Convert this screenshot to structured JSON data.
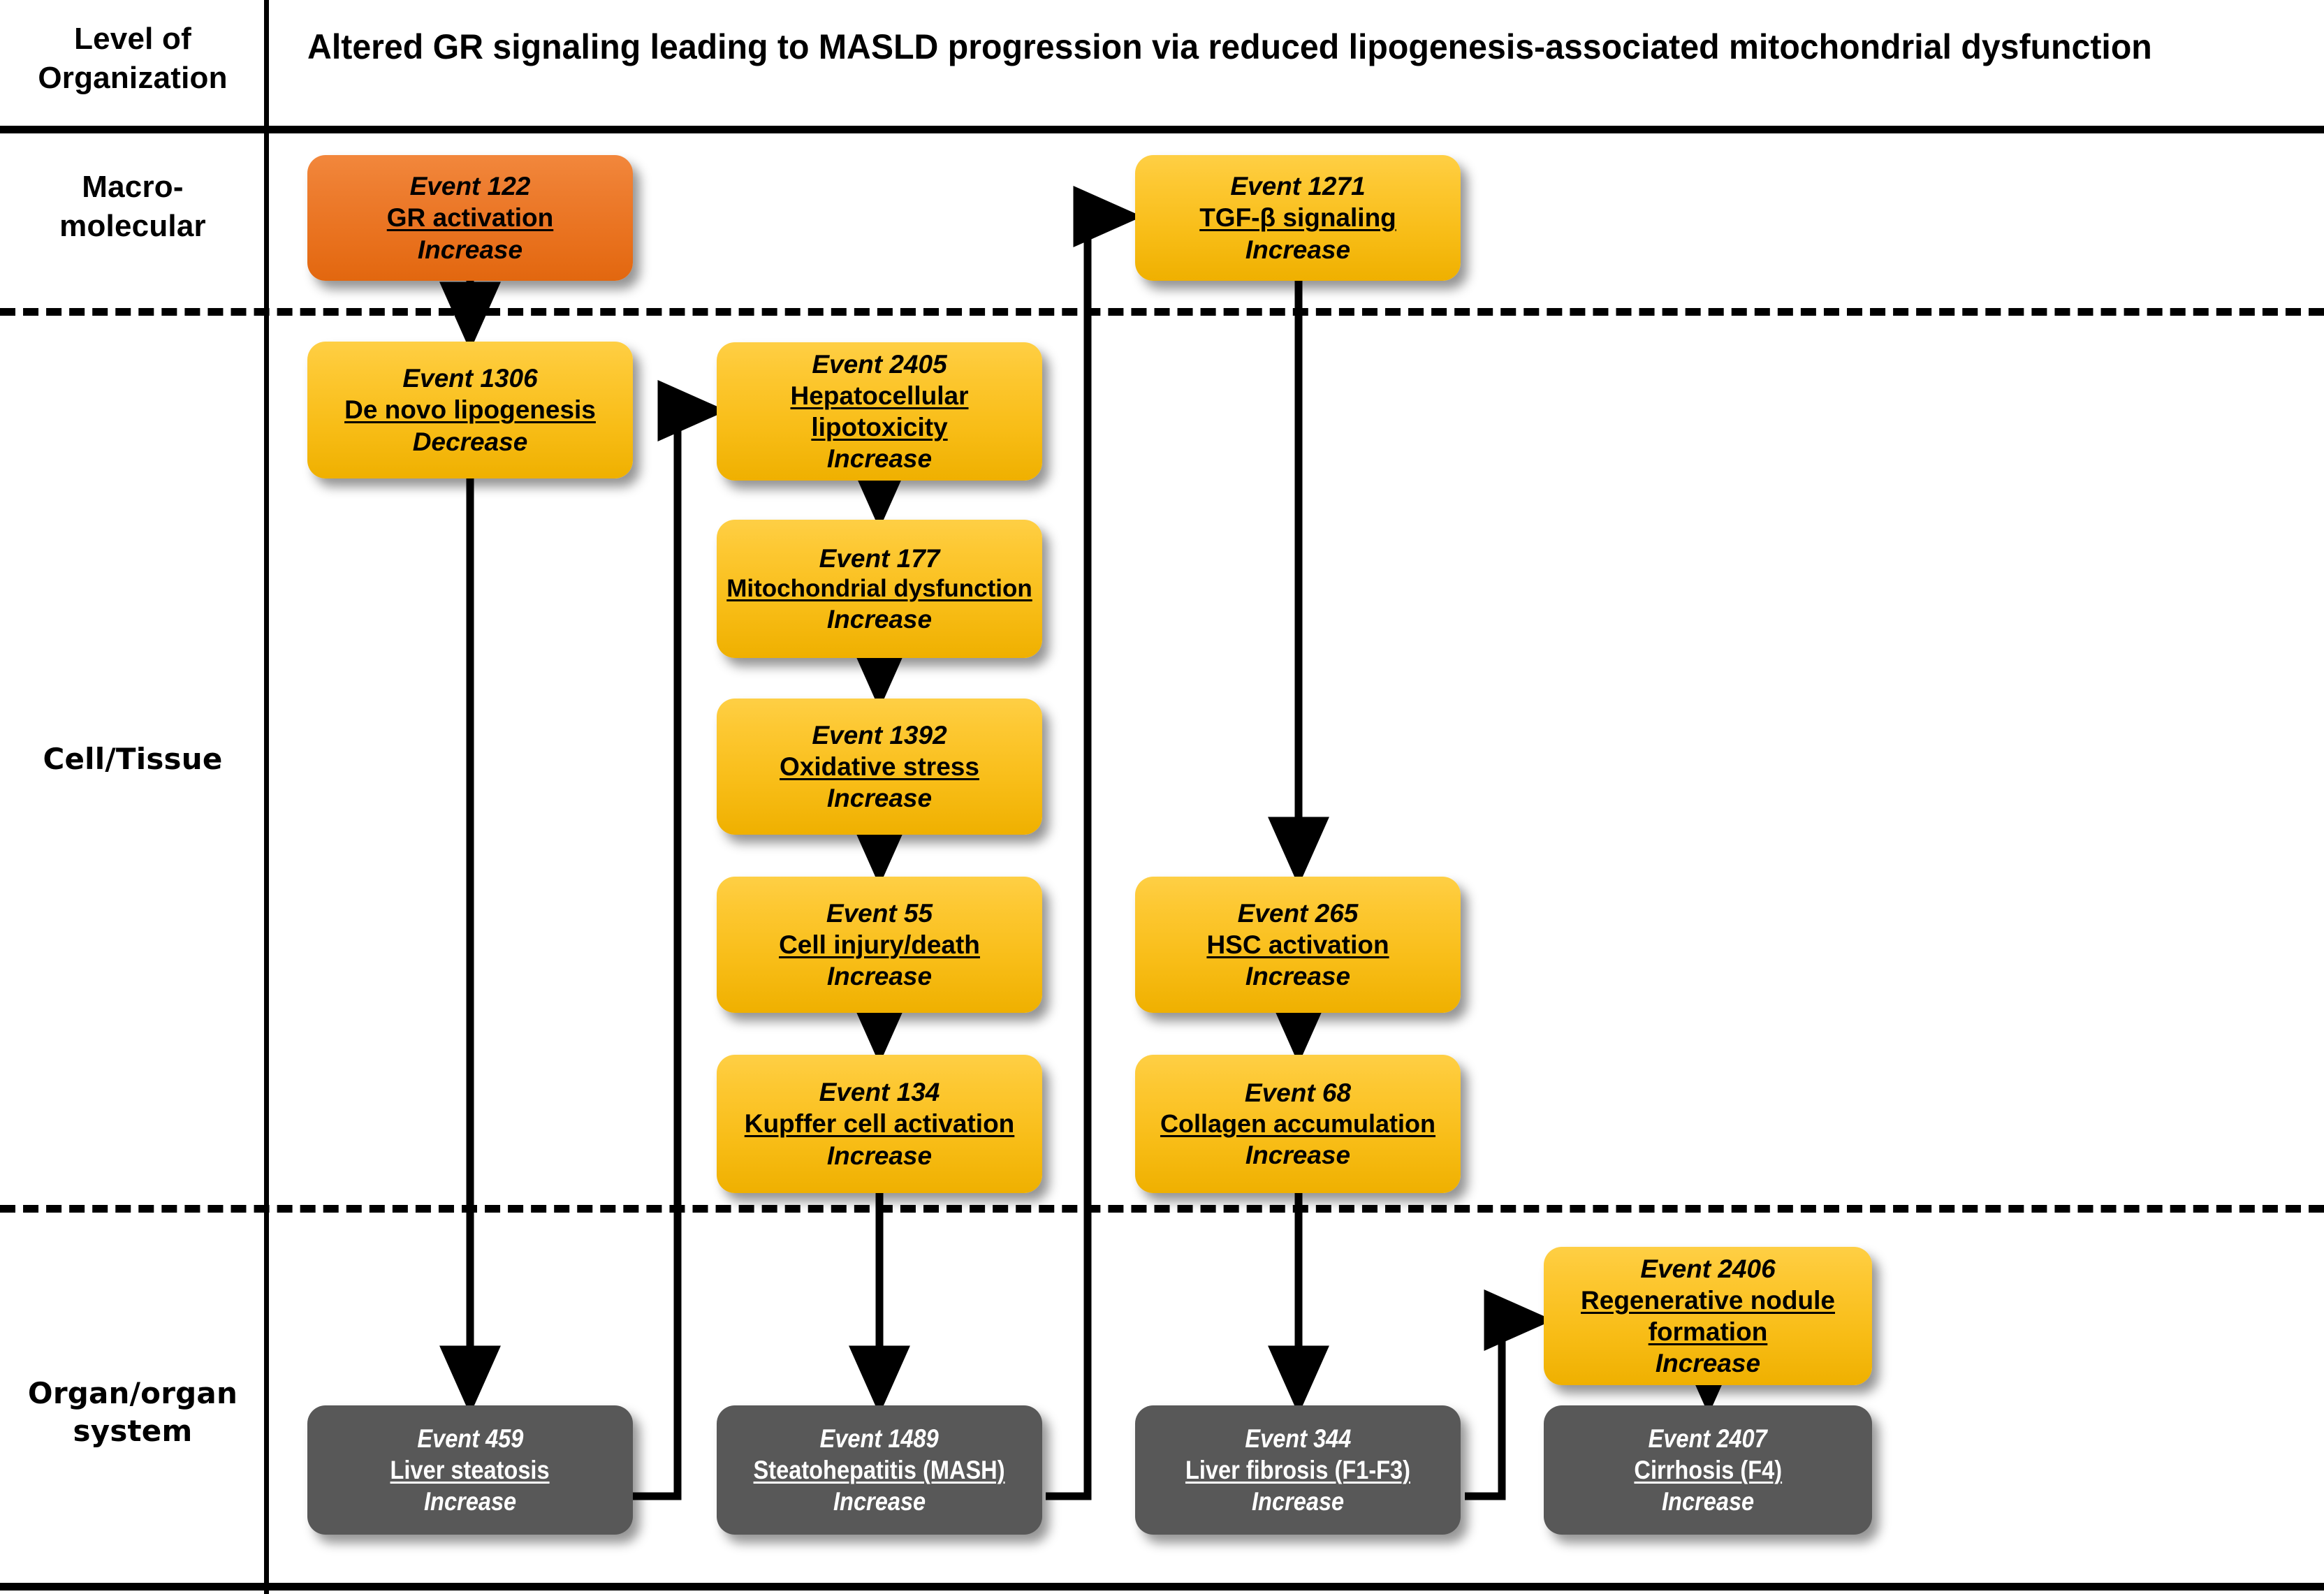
{
  "header": {
    "level_label": "Level of\nOrganization",
    "title": "Altered GR signaling leading to MASLD progression via reduced lipogenesis-associated mitochondrial dysfunction"
  },
  "levels": [
    {
      "id": "macromolecular",
      "label": "Macro-\nmolecular"
    },
    {
      "id": "cell-tissue",
      "label": "Cell/Tissue"
    },
    {
      "id": "organ-system",
      "label": "Organ/organ\nsystem"
    }
  ],
  "colors": {
    "key_event_orange": "#ED7C2E",
    "key_event_yellow": "#FAC21F",
    "adverse_outcome_gray": "#585858",
    "text_dark": "#000000",
    "text_light": "#FFFFFF",
    "connector": "#000000"
  },
  "nodes": [
    {
      "id": "e122",
      "event": "Event 122",
      "name": "GR activation",
      "direction": "Increase",
      "style": "orange",
      "level": "macromolecular"
    },
    {
      "id": "e1271",
      "event": "Event 1271",
      "name": "TGF-β signaling",
      "direction": "Increase",
      "style": "yellow",
      "level": "macromolecular"
    },
    {
      "id": "e1306",
      "event": "Event 1306",
      "name": "De novo lipogenesis",
      "direction": "Decrease",
      "style": "yellow",
      "level": "cell-tissue"
    },
    {
      "id": "e2405",
      "event": "Event 2405",
      "name": "Hepatocellular lipotoxicity",
      "direction": "Increase",
      "style": "yellow",
      "level": "cell-tissue"
    },
    {
      "id": "e177",
      "event": "Event 177",
      "name": "Mitochondrial dysfunction",
      "direction": "Increase",
      "style": "yellow",
      "level": "cell-tissue"
    },
    {
      "id": "e1392",
      "event": "Event 1392",
      "name": "Oxidative stress",
      "direction": "Increase",
      "style": "yellow",
      "level": "cell-tissue"
    },
    {
      "id": "e55",
      "event": "Event 55",
      "name": "Cell injury/death",
      "direction": "Increase",
      "style": "yellow",
      "level": "cell-tissue"
    },
    {
      "id": "e134",
      "event": "Event 134",
      "name": "Kupffer cell activation",
      "direction": "Increase",
      "style": "yellow",
      "level": "cell-tissue"
    },
    {
      "id": "e265",
      "event": "Event 265",
      "name": "HSC activation",
      "direction": "Increase",
      "style": "yellow",
      "level": "cell-tissue"
    },
    {
      "id": "e68",
      "event": "Event 68",
      "name": "Collagen accumulation",
      "direction": "Increase",
      "style": "yellow",
      "level": "cell-tissue"
    },
    {
      "id": "e2406",
      "event": "Event 2406",
      "name": "Regenerative nodule formation",
      "direction": "Increase",
      "style": "yellow",
      "level": "organ-system"
    },
    {
      "id": "e459",
      "event": "Event 459",
      "name": "Liver steatosis",
      "direction": "Increase",
      "style": "gray",
      "level": "organ-system"
    },
    {
      "id": "e1489",
      "event": "Event 1489",
      "name": "Steatohepatitis (MASH)",
      "direction": "Increase",
      "style": "gray",
      "level": "organ-system"
    },
    {
      "id": "e344",
      "event": "Event 344",
      "name": "Liver fibrosis (F1-F3)",
      "direction": "Increase",
      "style": "gray",
      "level": "organ-system"
    },
    {
      "id": "e2407",
      "event": "Event 2407",
      "name": "Cirrhosis (F4)",
      "direction": "Increase",
      "style": "gray",
      "level": "organ-system"
    }
  ],
  "edges": [
    {
      "from": "e122",
      "to": "e1306"
    },
    {
      "from": "e1306",
      "to": "e459"
    },
    {
      "from": "e459",
      "to": "e2405"
    },
    {
      "from": "e2405",
      "to": "e177"
    },
    {
      "from": "e177",
      "to": "e1392"
    },
    {
      "from": "e1392",
      "to": "e55"
    },
    {
      "from": "e55",
      "to": "e134"
    },
    {
      "from": "e134",
      "to": "e1489"
    },
    {
      "from": "e1489",
      "to": "e1271"
    },
    {
      "from": "e1271",
      "to": "e265"
    },
    {
      "from": "e265",
      "to": "e68"
    },
    {
      "from": "e68",
      "to": "e344"
    },
    {
      "from": "e344",
      "to": "e2406"
    },
    {
      "from": "e2406",
      "to": "e2407"
    }
  ]
}
